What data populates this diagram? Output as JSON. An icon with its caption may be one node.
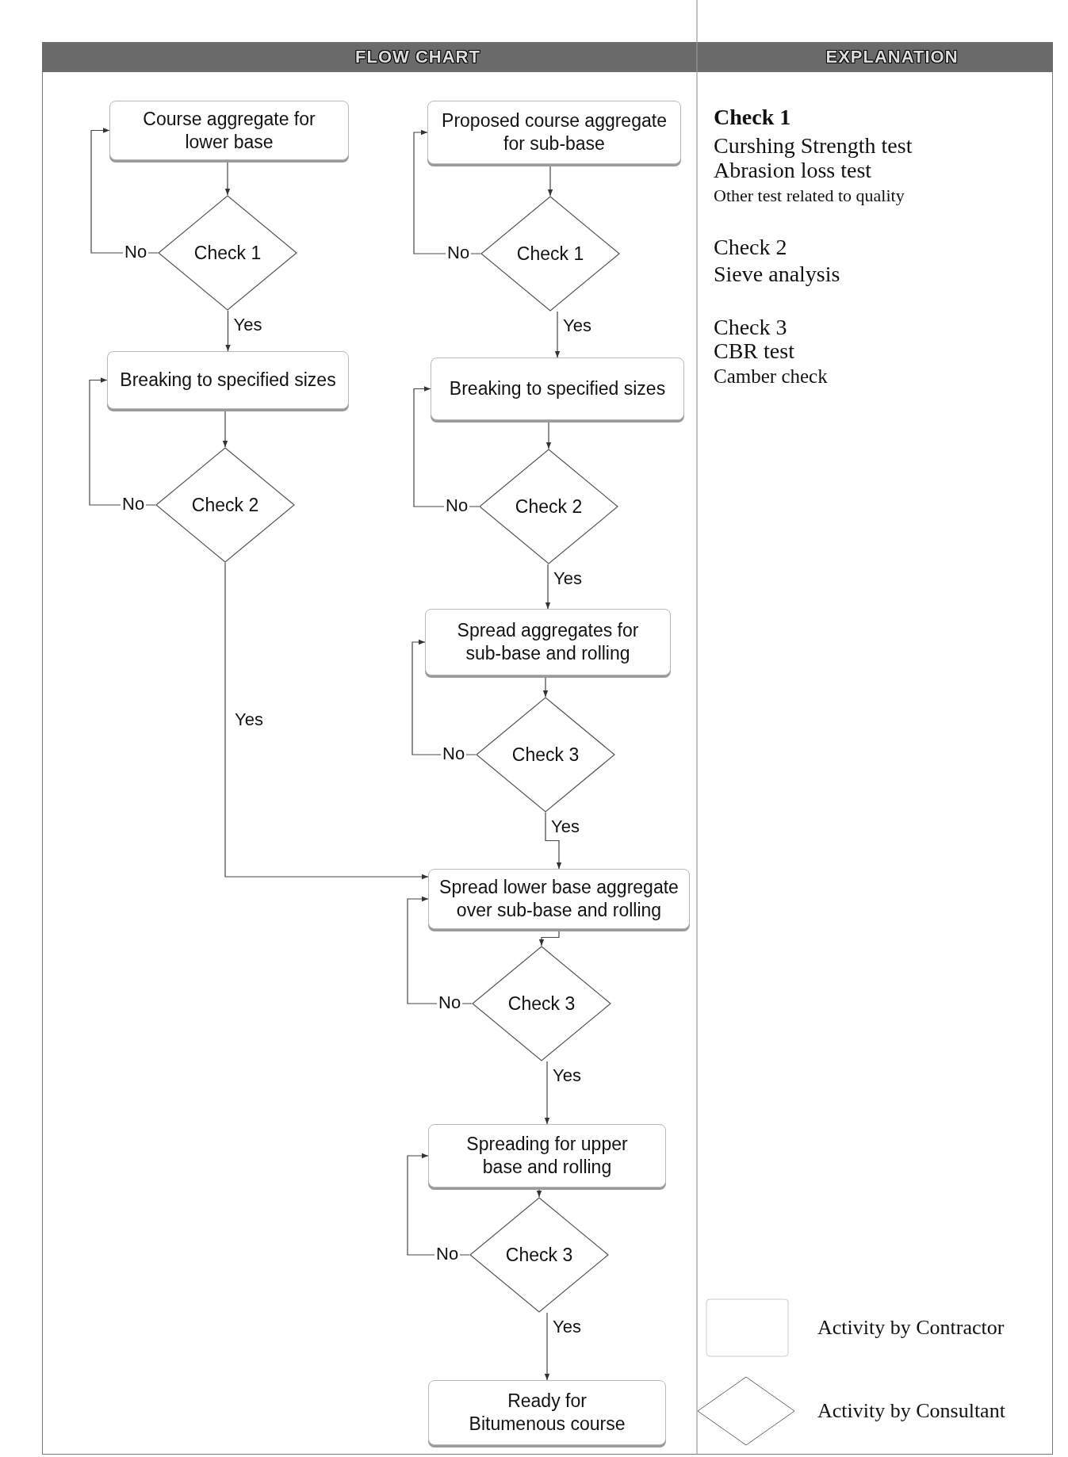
{
  "diagram": {
    "nodes": [
      {
        "text": [
          "Course aggregate for lower base"
        ]
      },
      {
        "text": [
          "Check 1"
        ]
      },
      {
        "text": [
          "Breaking to specified sizes"
        ]
      },
      {
        "text": [
          "Check 2"
        ]
      },
      {
        "text": [
          "Proposed course aggregate for sub-base"
        ]
      },
      {
        "text": [
          "Check 1"
        ]
      },
      {
        "text": [
          "Breaking to specified sizes"
        ]
      },
      {
        "text": [
          "Check 2"
        ]
      },
      {
        "text": [
          "Spread aggregates for sub-base and rolling"
        ]
      },
      {
        "text": [
          "Check 3"
        ]
      },
      {
        "text": [
          "Spread lower base aggregate over sub-base and rolling"
        ]
      },
      {
        "text": [
          "Check 3"
        ]
      },
      {
        "text": [
          "Spreading for upper base and rolling"
        ]
      },
      {
        "text": [
          "Check 3"
        ]
      },
      {
        "text": [
          "Ready for Bitumenous course"
        ]
      }
    ],
    "edges": [
      {
        "from": 0,
        "to": 1,
        "arrow": "to"
      },
      {
        "from": 1,
        "to": 0,
        "arrow": "to",
        "label": "No"
      },
      {
        "from": 1,
        "to": 2,
        "arrow": "to",
        "label": "Yes"
      },
      {
        "from": 2,
        "to": 3,
        "arrow": "to"
      },
      {
        "from": 3,
        "to": 2,
        "arrow": "to",
        "label": "No"
      },
      {
        "from": 3,
        "to": 10,
        "arrow": "to",
        "label": "Yes"
      },
      {
        "from": 4,
        "to": 5,
        "arrow": "to"
      },
      {
        "from": 5,
        "to": 4,
        "arrow": "to",
        "label": "No"
      },
      {
        "from": 5,
        "to": 6,
        "arrow": "to",
        "label": "Yes"
      },
      {
        "from": 6,
        "to": 7,
        "arrow": "to"
      },
      {
        "from": 7,
        "to": 6,
        "arrow": "to",
        "label": "No"
      },
      {
        "from": 7,
        "to": 8,
        "arrow": "to",
        "label": "Yes"
      },
      {
        "from": 8,
        "to": 9,
        "arrow": "to"
      },
      {
        "from": 9,
        "to": 8,
        "arrow": "to",
        "label": "No"
      },
      {
        "from": 9,
        "to": 10,
        "arrow": "to",
        "label": "Yes"
      },
      {
        "from": 10,
        "to": 11,
        "arrow": "to"
      },
      {
        "from": 11,
        "to": 10,
        "arrow": "to",
        "label": "No"
      },
      {
        "from": 11,
        "to": 12,
        "arrow": "to",
        "label": "Yes"
      },
      {
        "from": 12,
        "to": 13,
        "arrow": "to"
      },
      {
        "from": 13,
        "to": 12,
        "arrow": "to",
        "label": "No"
      },
      {
        "from": 13,
        "to": 14,
        "arrow": "to",
        "label": "Yes"
      }
    ],
    "labels": [
      "FLOW CHART",
      "EXPLANATION",
      "Check 1",
      "Curshing Strength test",
      "Abrasion loss test",
      "Other test related to quality",
      "Check 2",
      "Sieve analysis",
      "Check 3",
      "CBR test",
      "Camber check"
    ],
    "legend": [
      {
        "text": "Activity by Contractor"
      },
      {
        "text": "Activity by Consultant"
      }
    ]
  }
}
